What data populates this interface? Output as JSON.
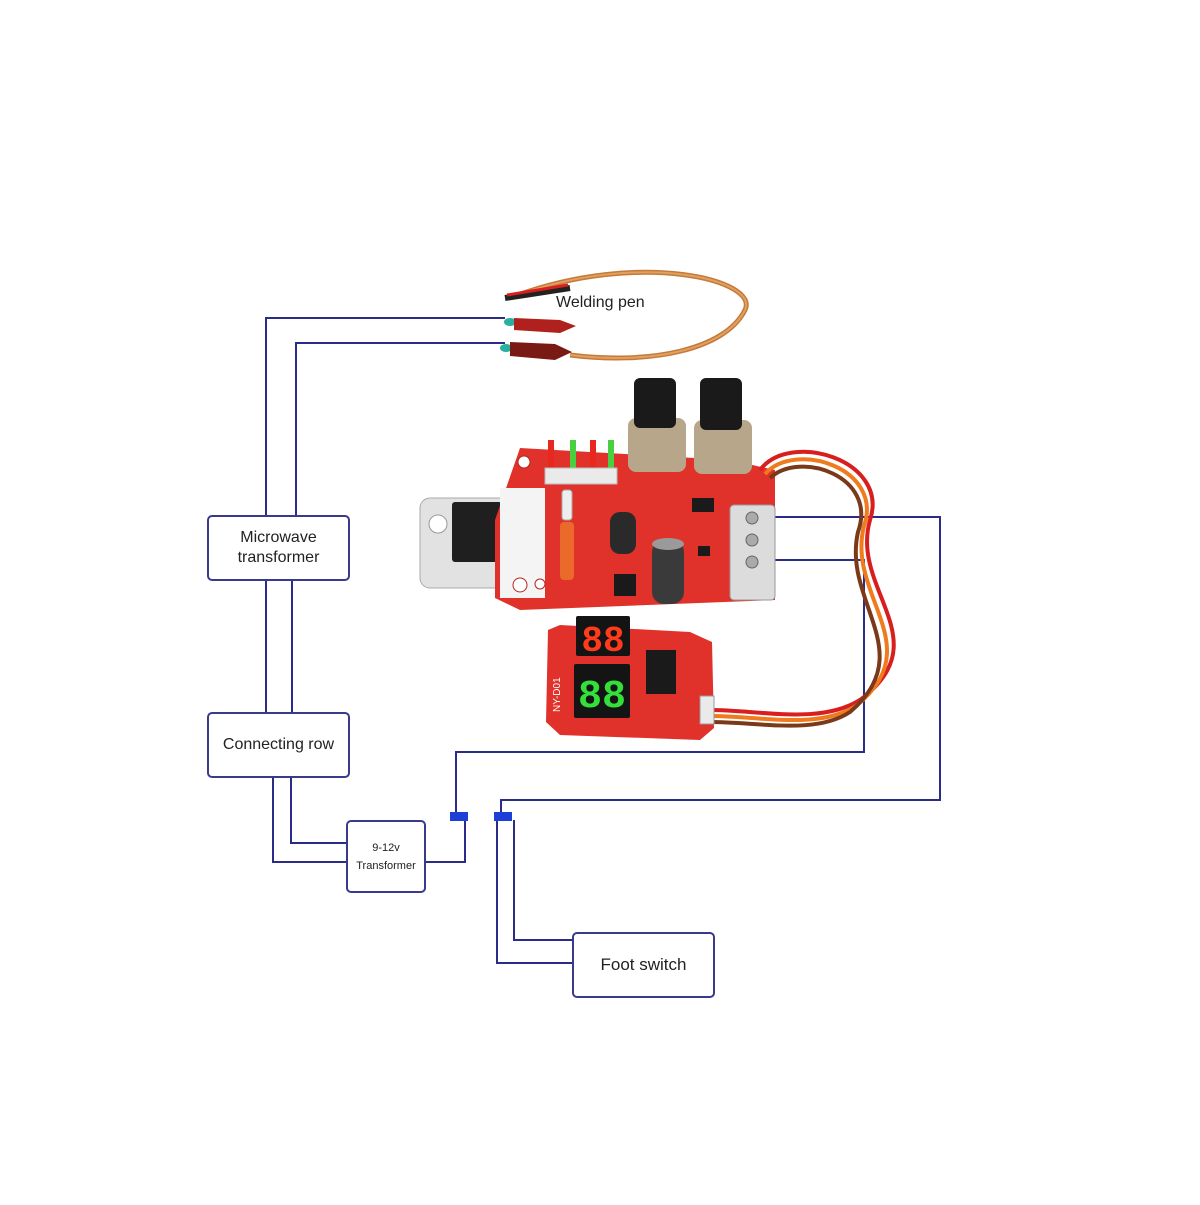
{
  "labels": {
    "welding_pen": "Welding pen",
    "microwave_transformer": [
      "Microwave",
      "transformer"
    ],
    "connecting_row": "Connecting row",
    "transformer_voltage": "9-12v",
    "transformer": "Transformer",
    "foot_switch": "Foot switch"
  },
  "board": {
    "upper_display": "88",
    "lower_display": "88",
    "module_label": "NY-D01"
  },
  "colors": {
    "wire": "#2b2b8a",
    "pcb": "#e0322a",
    "display_red": "#ff3b1c",
    "display_green": "#33e03a",
    "pen_lead": "#c57a3a",
    "lead_red": "#d91e1e",
    "lead_orange": "#f07a1e",
    "lead_brown": "#7a3a1a",
    "connector_blue": "#1d3fd8"
  }
}
